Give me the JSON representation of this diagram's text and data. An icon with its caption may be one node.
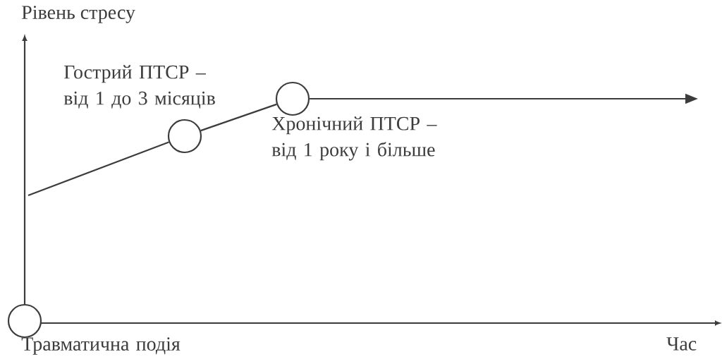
{
  "diagram": {
    "nodes": [
      {
        "text": [],
        "shape": "circle",
        "beside": [
          "Травматична подія"
        ]
      },
      {
        "text": [],
        "shape": "circle",
        "beside": [
          "Гострий ПТСР – від 1 до 3 місяців"
        ]
      },
      {
        "text": [],
        "shape": "circle",
        "beside": [
          "Хронічний ПТСР – від 1 року і більше"
        ]
      }
    ],
    "edges": [
      {
        "from": null,
        "to": 1,
        "arrow": "none"
      },
      {
        "from": 1,
        "to": 2,
        "arrow": "none"
      },
      {
        "from": 2,
        "to": null,
        "arrow": "to"
      }
    ],
    "labels": [
      "Рівень стресу",
      "Час"
    ]
  }
}
